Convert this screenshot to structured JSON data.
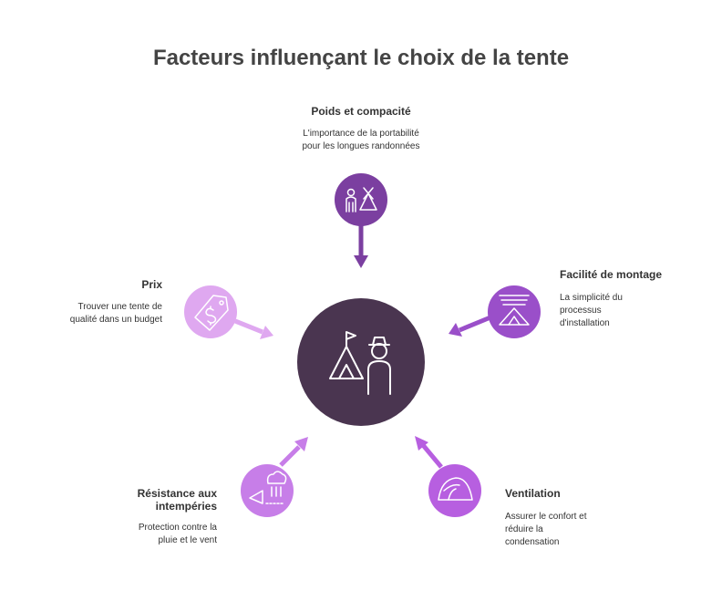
{
  "title": "Facteurs influençant le choix de la tente",
  "center": {
    "icon": "camper-tent-icon",
    "color": "#4a3550"
  },
  "factors": [
    {
      "label": "Poids et compacité",
      "description": "L'importance de la portabilité pour les longues randonnées",
      "icon": "hiker-tent-icon",
      "color": "#7b3fa0"
    },
    {
      "label": "Facilité de montage",
      "description": "La simplicité du processus d'installation",
      "icon": "tent-setup-icon",
      "color": "#9a4fc9"
    },
    {
      "label": "Ventilation",
      "description": "Assurer le confort et réduire la condensation",
      "icon": "dome-tent-icon",
      "color": "#b75fe0"
    },
    {
      "label": "Résistance aux intempéries",
      "description": "Protection contre la pluie et le vent",
      "icon": "rain-tent-icon",
      "color": "#c77ee8"
    },
    {
      "label": "Prix",
      "description": "Trouver une tente de qualité dans un budget",
      "icon": "price-tag-icon",
      "color": "#dfa8f0"
    }
  ]
}
